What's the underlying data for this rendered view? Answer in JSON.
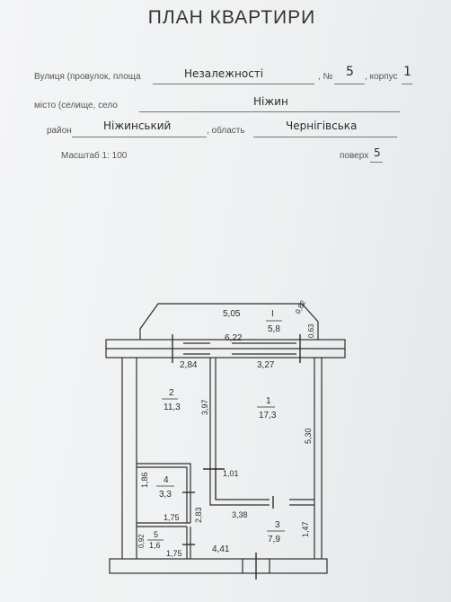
{
  "header": {
    "title": "ПЛАН КВАРТИРИ",
    "street_label": "Вулиця (провулок, площа",
    "street_value": "Незалежності",
    "number_label": ", №",
    "number_value": "5",
    "building_label": ", корпус",
    "building_value": "1",
    "city_label": "місто (селище, село",
    "city_value": "Ніжин",
    "district_label": "район",
    "district_value": "Ніжинський",
    "region_label": ", область",
    "region_value": "Чернігівська",
    "scale_label": "Масштаб 1: 100",
    "floor_label": "поверх",
    "floor_value": "5"
  },
  "plan": {
    "balcony": {
      "number": "I",
      "area": "5,8",
      "width": "5,05",
      "side1": "0,82",
      "side2": "0,63"
    },
    "walls": {
      "top": "6,22",
      "left_top": "2,84",
      "right_top": "3,27"
    },
    "rooms": [
      {
        "number": "2",
        "area": "11,3",
        "dim": "3,97"
      },
      {
        "number": "1",
        "area": "17,3",
        "dim": "5,30"
      },
      {
        "number": "4",
        "area": "3,3",
        "dim1": "1,86",
        "dim2": "1,75",
        "dim3": "2,83"
      },
      {
        "number": "5",
        "area": "1,6",
        "dim1": "0,92",
        "dim2": "1,75"
      },
      {
        "number": "3",
        "area": "7,9",
        "dim1": "3,38",
        "dim2": "1,47",
        "dim3": "4,41"
      }
    ],
    "misc": {
      "door_dim": "1,01"
    }
  }
}
